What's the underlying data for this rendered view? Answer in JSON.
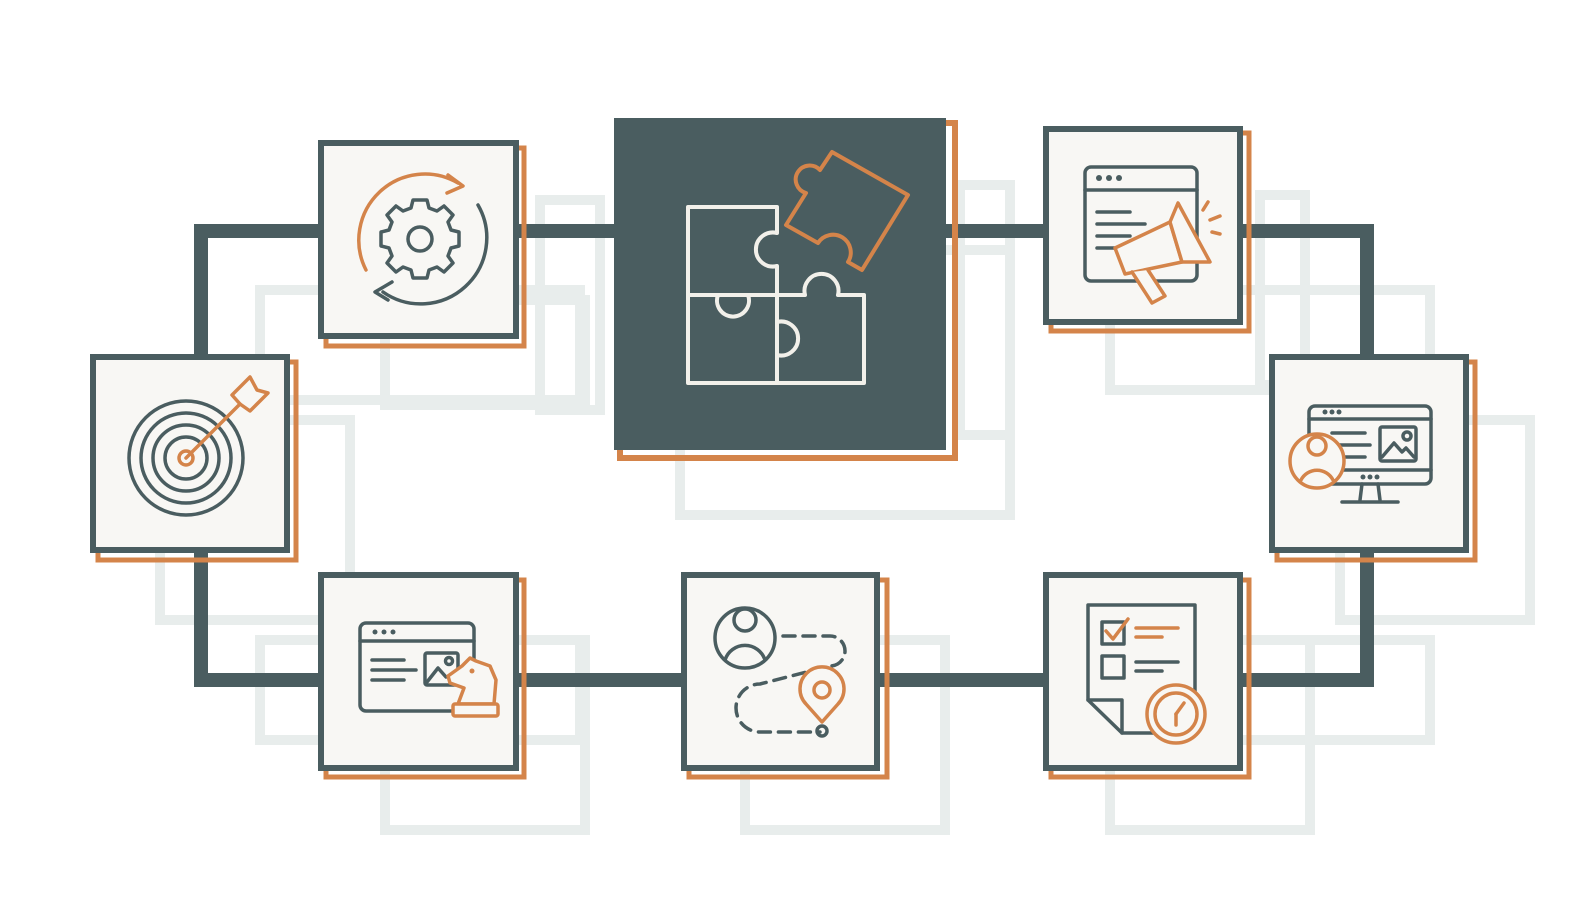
{
  "colors": {
    "background": "#ffffff",
    "dark": "#4a5d60",
    "accent": "#d4844a",
    "tile_fill": "#f8f7f4",
    "center_fill": "#4a5d60",
    "puzzle_light": "#f2f0ea",
    "ghost": "#e8edec"
  },
  "diagram": {
    "center": {
      "name": "puzzle-pieces-icon"
    },
    "tiles": [
      {
        "id": "top-left",
        "icon": "process-cycle-gear-icon"
      },
      {
        "id": "top-right",
        "icon": "web-page-megaphone-icon"
      },
      {
        "id": "left",
        "icon": "target-arrow-icon"
      },
      {
        "id": "right",
        "icon": "monitor-user-icon"
      },
      {
        "id": "bottom-left",
        "icon": "web-page-chess-knight-icon"
      },
      {
        "id": "bottom-middle",
        "icon": "user-journey-location-icon"
      },
      {
        "id": "bottom-right",
        "icon": "checklist-clock-icon"
      }
    ]
  }
}
